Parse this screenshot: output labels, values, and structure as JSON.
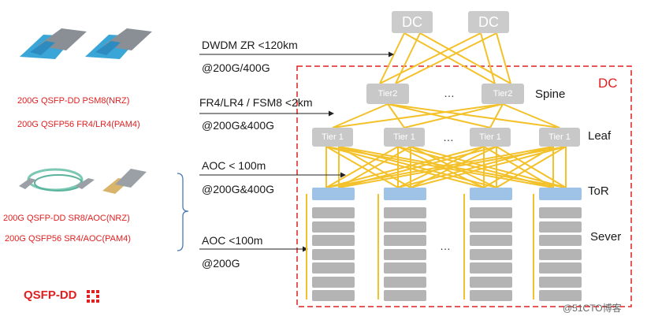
{
  "colors": {
    "link": "#f3c12a",
    "dc_border": "#e02020",
    "tor": "#9fc2e7",
    "server": "#b4b4b4",
    "label_red": "#e02020"
  },
  "modules": {
    "top": [
      "200G QSFP-DD PSM8(NRZ)",
      "200G QSFP56 FR4/LR4(PAM4)"
    ],
    "bottom": [
      "200G QSFP-DD SR8/AOC(NRZ)",
      "200G QSFP56 SR4/AOC(PAM4)"
    ],
    "logo": "QSFP-DD"
  },
  "links": [
    {
      "line1": "DWDM ZR <120km",
      "line2": "@200G/400G"
    },
    {
      "line1": "FR4/LR4 / FSM8 <2km",
      "line2": "@200G&400G"
    },
    {
      "line1": "AOC < 100m",
      "line2": "@200G&400G"
    },
    {
      "line1": "AOC  <100m",
      "line2": "@200G"
    }
  ],
  "network": {
    "dc_top": [
      "DC",
      "DC"
    ],
    "tier2": [
      "Tier2",
      "Tier2"
    ],
    "tier1": [
      "Tier 1",
      "Tier 1",
      "Tier 1",
      "Tier 1"
    ],
    "ellipsis": "…",
    "dc_label": "DC",
    "layers": {
      "spine": "Spine",
      "leaf": "Leaf",
      "tor": "ToR",
      "server": "Sever"
    }
  },
  "watermark": "@51CTO博客"
}
